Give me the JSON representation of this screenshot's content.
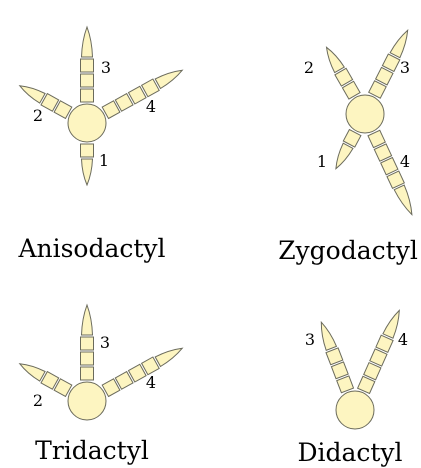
{
  "colors": {
    "fill": "#fdf5c1",
    "stroke": "#6b6b5c"
  },
  "panels": [
    {
      "id": "anisodactyl",
      "caption": "Anisodactyl",
      "toes": [
        {
          "number": "3",
          "direction": "up"
        },
        {
          "number": "2",
          "direction": "up-left"
        },
        {
          "number": "4",
          "direction": "up-right"
        },
        {
          "number": "1",
          "direction": "down"
        }
      ]
    },
    {
      "id": "zygodactyl",
      "caption": "Zygodactyl",
      "toes": [
        {
          "number": "2",
          "direction": "up-left"
        },
        {
          "number": "3",
          "direction": "up-right"
        },
        {
          "number": "1",
          "direction": "down-left"
        },
        {
          "number": "4",
          "direction": "down-right"
        }
      ]
    },
    {
      "id": "tridactyl",
      "caption": "Tridactyl",
      "toes": [
        {
          "number": "3",
          "direction": "up"
        },
        {
          "number": "2",
          "direction": "up-left"
        },
        {
          "number": "4",
          "direction": "up-right"
        }
      ]
    },
    {
      "id": "didactyl",
      "caption": "Didactyl",
      "toes": [
        {
          "number": "3",
          "direction": "up-left"
        },
        {
          "number": "4",
          "direction": "up-right"
        }
      ]
    }
  ]
}
